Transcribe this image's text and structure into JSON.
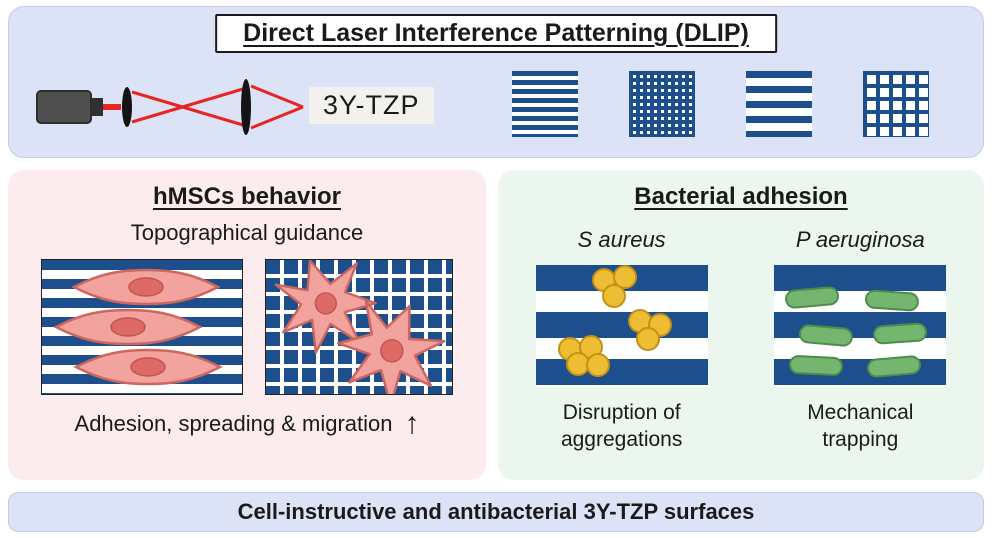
{
  "top": {
    "title": "Direct Laser Interference Patterning (DLIP)",
    "sample_label": "3Y-TZP",
    "patterns": [
      {
        "name": "fine-horizontal-lines"
      },
      {
        "name": "fine-grid"
      },
      {
        "name": "coarse-horizontal-lines"
      },
      {
        "name": "coarse-grid"
      }
    ]
  },
  "hmscs": {
    "title": "hMSCs behavior",
    "subtitle": "Topographical guidance",
    "caption": "Adhesion, spreading & migration"
  },
  "bacteria": {
    "title": "Bacterial adhesion",
    "left_species": "S aureus",
    "right_species": "P aeruginosa",
    "left_caption": "Disruption of aggregations",
    "right_caption": "Mechanical trapping"
  },
  "bottom": {
    "title": "Cell-instructive and antibacterial 3Y-TZP surfaces"
  },
  "icons": {
    "up_arrow": "↑"
  },
  "colors": {
    "panel_blue": "#dde3f6",
    "panel_pink": "#fdecee",
    "panel_green": "#eaf6ee",
    "pattern_blue": "#1d4f8c",
    "cell_pink": "#f3a39d",
    "cell_nucleus": "#dd6b64",
    "cocci_yellow": "#edbd33",
    "rod_green": "#74b56f",
    "laser_red": "#e62520"
  }
}
